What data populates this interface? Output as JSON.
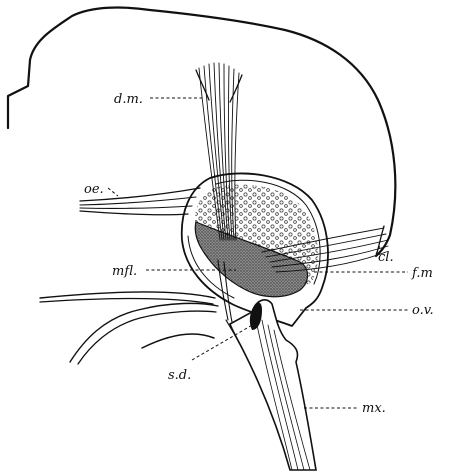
{
  "labels": {
    "dm": "d.m.",
    "oe": "oe.",
    "cl": "cl.",
    "mfl": "mfl.",
    "fm": "f.m",
    "ov": "o.v.",
    "sd": "s.d.",
    "mx": "mx."
  }
}
